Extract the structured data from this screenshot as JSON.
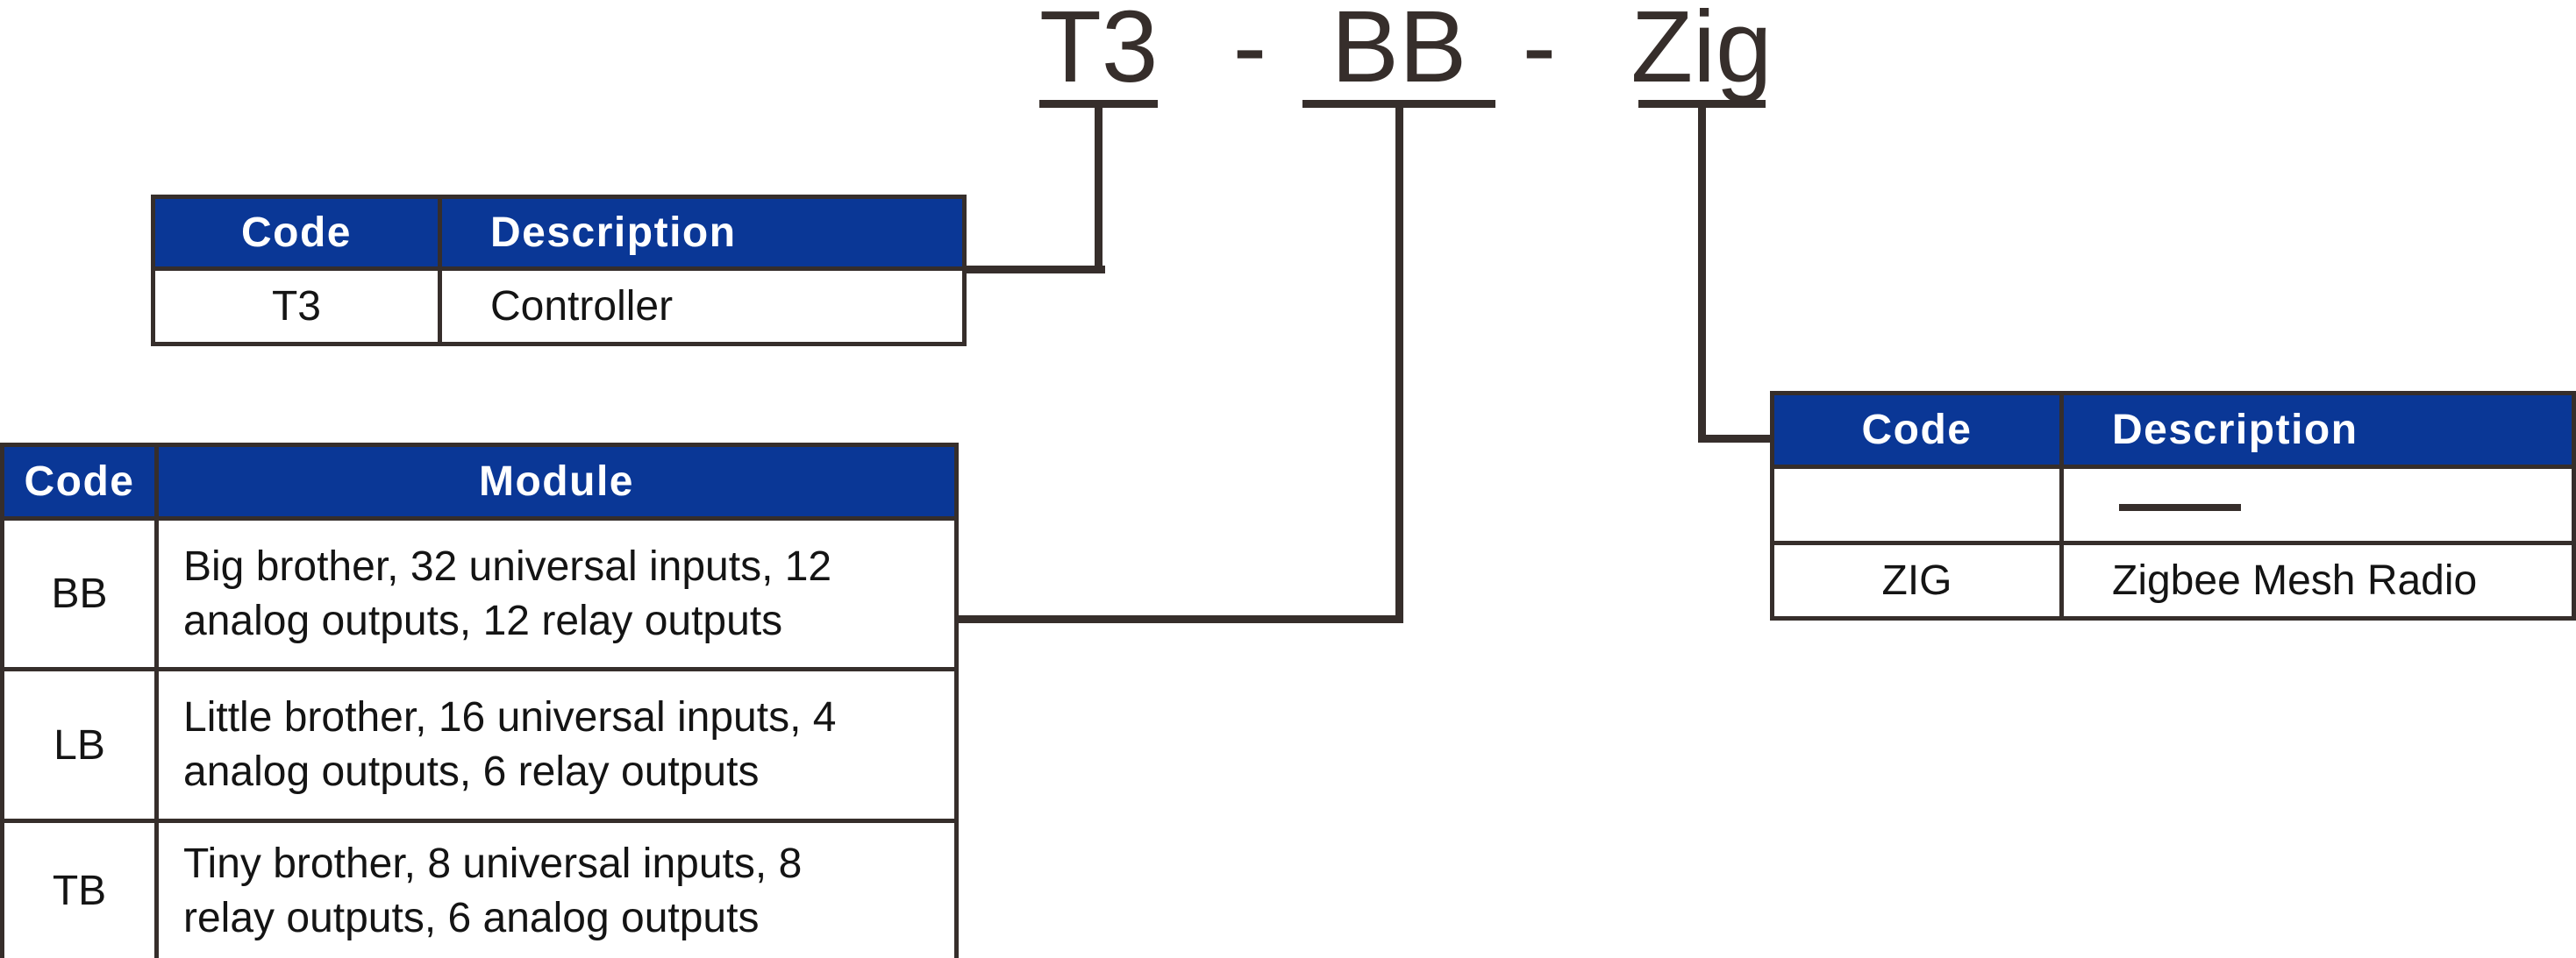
{
  "title": {
    "segments": [
      {
        "text": "T3"
      },
      {
        "text": "BB"
      },
      {
        "text": "Zig"
      }
    ],
    "separator": "-"
  },
  "tables": {
    "controller": {
      "headers": [
        "Code",
        "Description"
      ],
      "rows": [
        {
          "code": "T3",
          "description": "Controller"
        }
      ]
    },
    "module": {
      "headers": [
        "Code",
        "Module"
      ],
      "rows": [
        {
          "code": "BB",
          "lines": [
            "Big brother, 32 universal  inputs, 12",
            "analog outputs, 12 relay outputs"
          ]
        },
        {
          "code": "LB",
          "lines": [
            "Little brother, 16 universal inputs, 4",
            "analog outputs, 6 relay outputs"
          ]
        },
        {
          "code": "TB",
          "lines": [
            "Tiny brother, 8 universal inputs, 8",
            "relay outputs, 6 analog outputs"
          ]
        }
      ]
    },
    "radio": {
      "headers": [
        "Code",
        "Description"
      ],
      "rows": [
        {
          "code": "",
          "description": "",
          "is_dash_placeholder": true
        },
        {
          "code": "ZIG",
          "description": "Zigbee Mesh Radio"
        }
      ]
    }
  },
  "colors": {
    "header_bg": "#0a3796",
    "header_text": "#ffffff",
    "line": "#362e2b",
    "text": "#141414",
    "background": "#ffffff"
  }
}
